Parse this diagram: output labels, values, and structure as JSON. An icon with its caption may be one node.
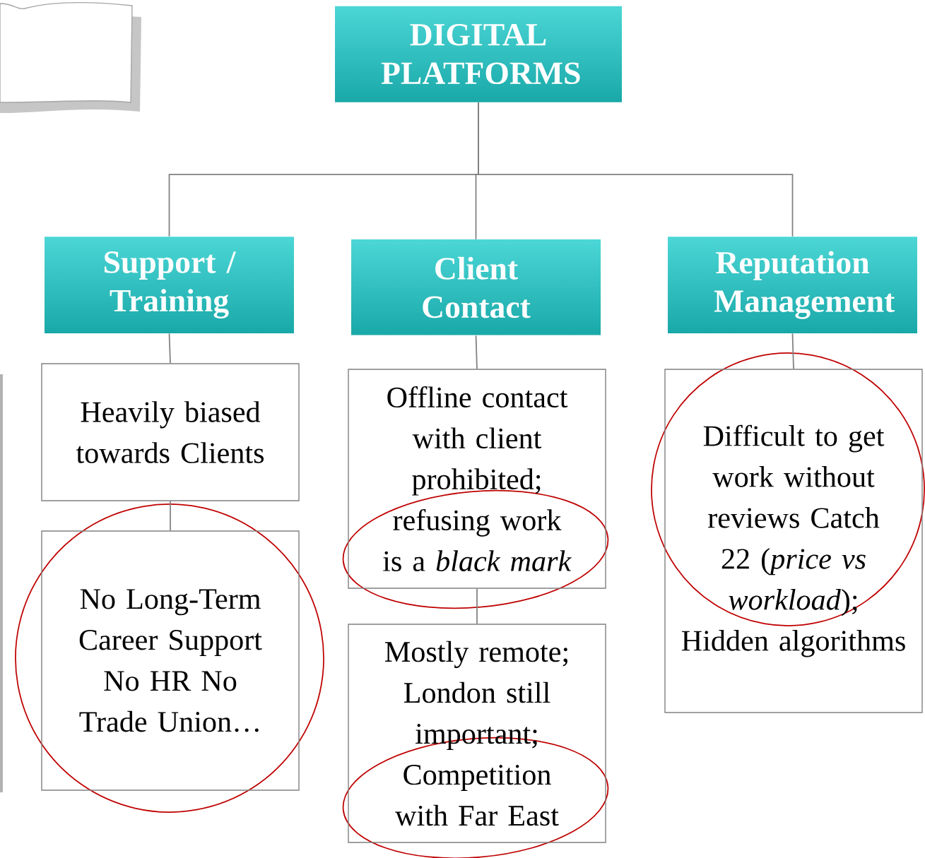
{
  "diagram": {
    "nodes": [
      {
        "text": [
          "DIGITAL PLATFORMS"
        ]
      },
      {
        "text": [
          "Support / Training"
        ]
      },
      {
        "text": [
          "Client Contact"
        ]
      },
      {
        "text": [
          "Reputation Management"
        ]
      },
      {
        "text": [
          "Heavily biased towards Clients"
        ]
      },
      {
        "text": [
          "No Long-Term Career Support No HR No Trade Union…"
        ]
      },
      {
        "text": [
          "Offline contact with client prohibited; refusing work is a *black mark*"
        ]
      },
      {
        "text": [
          "Mostly remote; London still important; Competition with Far East"
        ]
      },
      {
        "text": [
          "Difficult to get work without reviews Catch 22 (*price vs workload*); Hidden algorithms"
        ]
      }
    ],
    "edges": [
      {
        "from": 0,
        "to": 1,
        "arrow": "none"
      },
      {
        "from": 0,
        "to": 2,
        "arrow": "none"
      },
      {
        "from": 0,
        "to": 3,
        "arrow": "none"
      },
      {
        "from": 1,
        "to": 4,
        "arrow": "none"
      },
      {
        "from": 4,
        "to": 5,
        "arrow": "none"
      },
      {
        "from": 2,
        "to": 6,
        "arrow": "none"
      },
      {
        "from": 6,
        "to": 7,
        "arrow": "none"
      },
      {
        "from": 3,
        "to": 8,
        "arrow": "none"
      }
    ]
  }
}
